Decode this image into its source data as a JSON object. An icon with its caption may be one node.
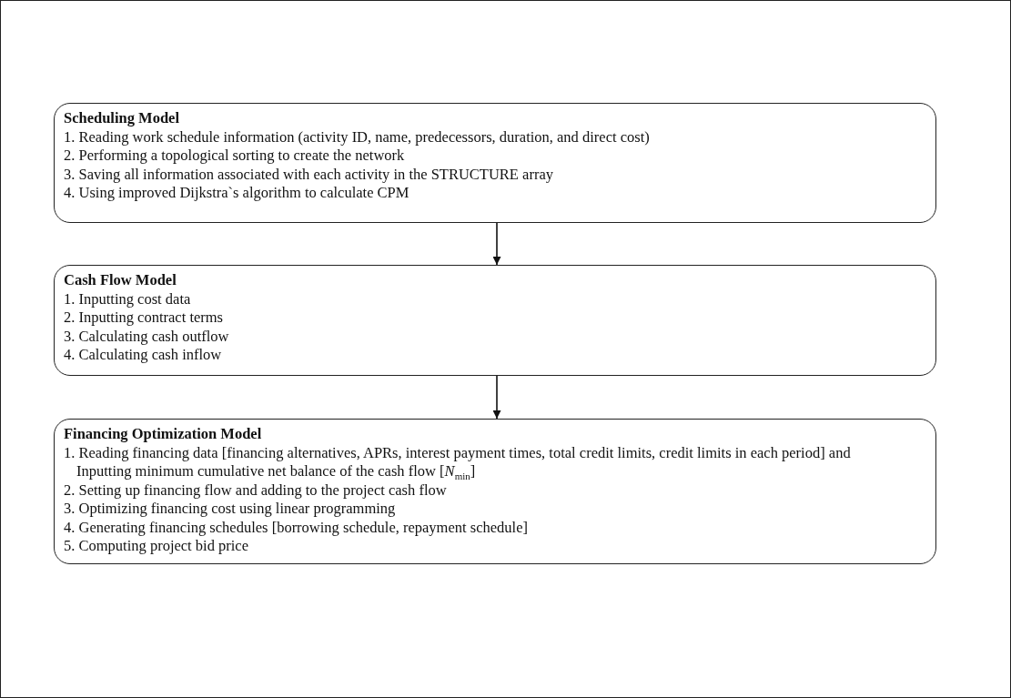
{
  "diagram": {
    "nodes": [
      {
        "text": [
          "Scheduling Model",
          "1. Reading work schedule information (activity ID, name, predecessors, duration, and direct cost)",
          "2. Performing a topological sorting to create the network",
          "3. Saving all information associated with each activity in the STRUCTURE array",
          "4. Using improved Dijkstra`s algorithm to calculate CPM"
        ]
      },
      {
        "text": [
          "Cash Flow Model",
          "1. Inputting cost data",
          "2. Inputting contract terms",
          "3. Calculating cash outflow",
          "4. Calculating cash inflow"
        ]
      },
      {
        "text": [
          "Financing Optimization Model",
          "1. Reading financing data [financing alternatives, APRs, interest payment times, total credit limits, credit limits in each period] and Inputting minimum cumulative net balance of the cash flow [*N*$_{min}$]",
          "2. Setting up financing flow and adding to the project cash flow",
          "3. Optimizing financing cost using linear programming",
          "4. Generating financing schedules [borrowing schedule, repayment schedule]",
          "5. Computing project bid price"
        ]
      }
    ],
    "edges": [
      {
        "from": 0,
        "to": 1,
        "arrow": "to"
      },
      {
        "from": 1,
        "to": 2,
        "arrow": "to"
      }
    ]
  }
}
